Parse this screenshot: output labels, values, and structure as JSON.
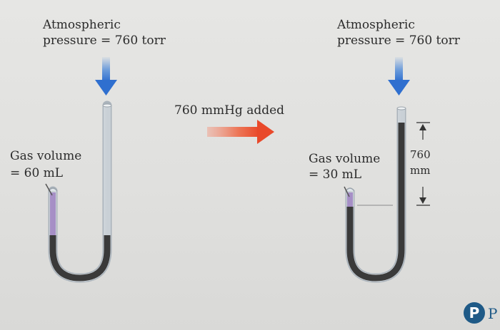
{
  "left": {
    "pressure_line1": "Atmospheric",
    "pressure_line2": "pressure = 760 torr",
    "gas_line1": "Gas volume",
    "gas_line2": "= 60 mL"
  },
  "middle": {
    "added_label": "760 mmHg added"
  },
  "right": {
    "pressure_line1": "Atmospheric",
    "pressure_line2": "pressure = 760 torr",
    "gas_line1": "Gas volume",
    "gas_line2": "= 30 mL",
    "height_line1": "760",
    "height_line2": "mm"
  },
  "logo": {
    "letter": "P",
    "trailing": "P"
  },
  "colors": {
    "arrow_blue": "#3f80d8",
    "arrow_red": "#ee5a3a",
    "mercury": "#3a3a3a",
    "gas": "#a68fc6",
    "glass": "#dfe5ea",
    "logo": "#1f5a87"
  }
}
